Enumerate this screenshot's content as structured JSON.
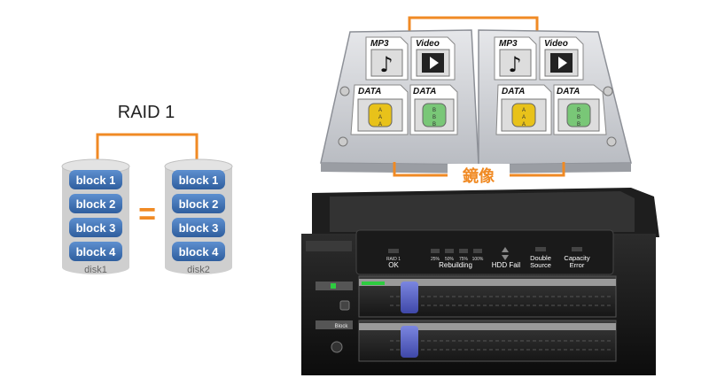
{
  "raid": {
    "title": "RAID 1",
    "equals": "=",
    "disks": [
      {
        "label": "disk1",
        "blocks": [
          "block 1",
          "block 2",
          "block 3",
          "block 4"
        ]
      },
      {
        "label": "disk2",
        "blocks": [
          "block 1",
          "block 2",
          "block 3",
          "block 4"
        ]
      }
    ]
  },
  "drives": [
    {
      "files": [
        {
          "label": "MP3",
          "icon": "music-note-icon"
        },
        {
          "label": "Video",
          "icon": "film-play-icon"
        },
        {
          "label": "DATA",
          "icon": "database-yellow-icon"
        },
        {
          "label": "DATA",
          "icon": "database-green-icon"
        }
      ]
    },
    {
      "files": [
        {
          "label": "MP3",
          "icon": "music-note-icon"
        },
        {
          "label": "Video",
          "icon": "film-play-icon"
        },
        {
          "label": "DATA",
          "icon": "database-yellow-icon"
        },
        {
          "label": "DATA",
          "icon": "database-green-icon"
        }
      ]
    }
  ],
  "mirror_label": "鏡像",
  "db_letters": [
    "A",
    "A",
    "A"
  ],
  "db_letters_b": [
    "B",
    "B",
    "B"
  ],
  "enclosure": {
    "panel": {
      "raid_ok": [
        "RAID 1",
        "OK"
      ],
      "rebuilding_pcts": [
        "25%",
        "50%",
        "75%",
        "100%"
      ],
      "rebuilding_label": "Rebuilding",
      "hdd_fail": "HDD Fail",
      "double_source": [
        "Double",
        "Source"
      ],
      "capacity_error": [
        "Capacity",
        "Error"
      ]
    },
    "tray_tag": "Block"
  },
  "colors": {
    "accent_orange": "#f08a24",
    "disk_blue": "#3d6fb0",
    "disk_gray": "#c9c9c9"
  }
}
